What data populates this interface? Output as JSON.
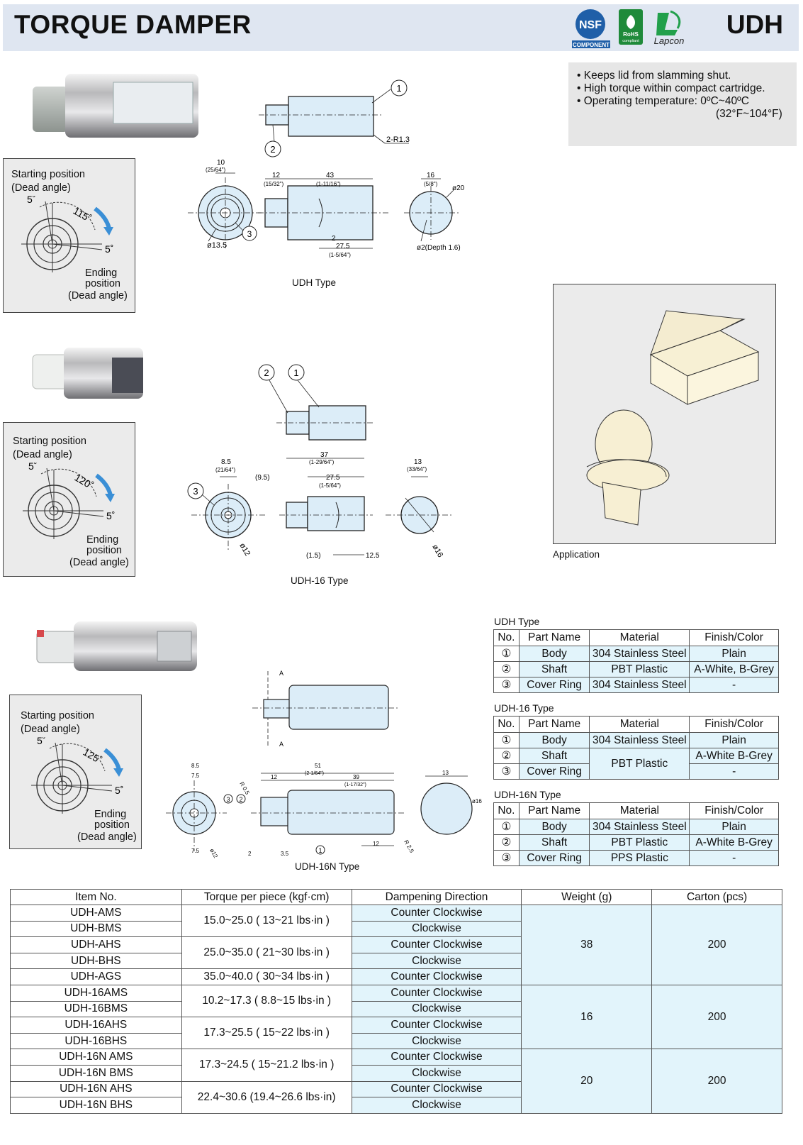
{
  "header": {
    "title": "TORQUE DAMPER",
    "model": "UDH",
    "logos": {
      "nsf": "NSF",
      "nsf_sub": "COMPONENT",
      "rohs": "RoHS",
      "rohs_sub": "compliant",
      "lapcon": "Lapcon"
    }
  },
  "features": [
    "• Keeps lid from slamming shut.",
    "• High torque within compact cartridge.",
    "• Operating temperature: 0ºC~40ºC",
    "(32°F~104°F)"
  ],
  "angle_diagrams": [
    {
      "start": "Starting position",
      "start2": "(Dead angle)",
      "end": "Ending",
      "end2": "position",
      "end3": "(Dead angle)",
      "dead_top": "5˚",
      "dead_bottom": "5˚",
      "angle": "115˚"
    },
    {
      "start": "Starting position",
      "start2": "(Dead angle)",
      "end": "Ending",
      "end2": "position",
      "end3": "(Dead angle)",
      "dead_top": "5˚",
      "dead_bottom": "5˚",
      "angle": "120˚"
    },
    {
      "start": "Starting position",
      "start2": "(Dead angle)",
      "end": "Ending",
      "end2": "position",
      "end3": "(Dead angle)",
      "dead_top": "5˚",
      "dead_bottom": "5˚",
      "angle": "125˚"
    }
  ],
  "drawings": {
    "udh": {
      "caption": "UDH Type",
      "c1": "1",
      "c2": "2",
      "c3": "3",
      "r": "2-R1.3",
      "d10": "10",
      "d10i": "(25/64\")",
      "d12": "12",
      "d12i": "(15/32\")",
      "d43": "43",
      "d43i": "(1-11/16\")",
      "d16": "16",
      "d16i": "(5/8\")",
      "d20": "ø20",
      "d135": "ø13.5",
      "d2": "2",
      "d275": "27.5",
      "d275i": "(1-5/64\")",
      "dhole": "ø2(Depth 1.6)"
    },
    "udh16": {
      "caption": "UDH-16 Type",
      "c1": "1",
      "c2": "2",
      "c3": "3",
      "d85": "8.5",
      "d85i": "(21/64\")",
      "d37": "37",
      "d37i": "(1-29/64\")",
      "d95": "(9.5)",
      "d275": "27.5",
      "d275i": "(1-5/64\")",
      "d13": "13",
      "d13i": "(33/64\")",
      "d12": "ø12",
      "d15": "(1.5)",
      "d125": "12.5",
      "d16": "ø16"
    },
    "udh16n": {
      "caption": "UDH-16N Type",
      "a": "A",
      "c1": "1",
      "c2": "2",
      "c3": "3",
      "d85": "8.5",
      "d75": "7.5",
      "d75b": "7.5",
      "d12": "ø12",
      "d51": "51",
      "d51i": "(2-1/64\")",
      "d12b": "12",
      "d39": "39",
      "d39i": "(1-17/32\")",
      "r05": "R 0.5",
      "d2": "2",
      "d35": "3.5",
      "d12c": "12",
      "r25": "R 2.5",
      "d13": "13",
      "d16": "ø16"
    }
  },
  "application": {
    "caption": "Application"
  },
  "part_tables": [
    {
      "title": "UDH Type",
      "headers": [
        "No.",
        "Part Name",
        "Material",
        "Finish/Color"
      ],
      "rows": [
        [
          "①",
          "Body",
          "304 Stainless Steel",
          "Plain"
        ],
        [
          "②",
          "Shaft",
          "PBT Plastic",
          "A-White, B-Grey"
        ],
        [
          "③",
          "Cover Ring",
          "304 Stainless Steel",
          "-"
        ]
      ]
    },
    {
      "title": "UDH-16 Type",
      "headers": [
        "No.",
        "Part Name",
        "Material",
        "Finish/Color"
      ],
      "rows": [
        [
          "①",
          "Body",
          "304 Stainless Steel",
          "Plain"
        ],
        [
          "②",
          "Shaft",
          "PBT Plastic",
          "A-White B-Grey"
        ],
        [
          "③",
          "Cover Ring",
          "",
          "-"
        ]
      ]
    },
    {
      "title": "UDH-16N Type",
      "headers": [
        "No.",
        "Part Name",
        "Material",
        "Finish/Color"
      ],
      "rows": [
        [
          "①",
          "Body",
          "304 Stainless Steel",
          "Plain"
        ],
        [
          "②",
          "Shaft",
          "PBT Plastic",
          "A-White B-Grey"
        ],
        [
          "③",
          "Cover Ring",
          "PPS Plastic",
          "-"
        ]
      ]
    }
  ],
  "spec_table": {
    "headers": [
      "Item No.",
      "Torque per piece (kgf·cm)",
      "Dampening Direction",
      "Weight (g)",
      "Carton (pcs)"
    ],
    "items": [
      "UDH-AMS",
      "UDH-BMS",
      "UDH-AHS",
      "UDH-BHS",
      "UDH-AGS",
      "UDH-16AMS",
      "UDH-16BMS",
      "UDH-16AHS",
      "UDH-16BHS",
      "UDH-16N AMS",
      "UDH-16N BMS",
      "UDH-16N AHS",
      "UDH-16N BHS"
    ],
    "torques": [
      "15.0~25.0 (  13~21 lbs·in  )",
      "25.0~35.0 (  21~30 lbs·in  )",
      "35.0~40.0 (  30~34 lbs·in  )",
      "10.2~17.3 (  8.8~15 lbs·in  )",
      "17.3~25.5 (  15~22 lbs·in  )",
      "17.3~24.5 ( 15~21.2 lbs·in )",
      "22.4~30.6 (19.4~26.6 lbs·in)"
    ],
    "directions": [
      "Counter Clockwise",
      "Clockwise",
      "Counter Clockwise",
      "Clockwise",
      "Counter Clockwise",
      "Counter Clockwise",
      "Clockwise",
      "Counter Clockwise",
      "Clockwise",
      "Counter Clockwise",
      "Clockwise",
      "Counter Clockwise",
      "Clockwise"
    ],
    "weights": [
      "38",
      "16",
      "20"
    ],
    "cartons": [
      "200",
      "200",
      "200"
    ]
  }
}
